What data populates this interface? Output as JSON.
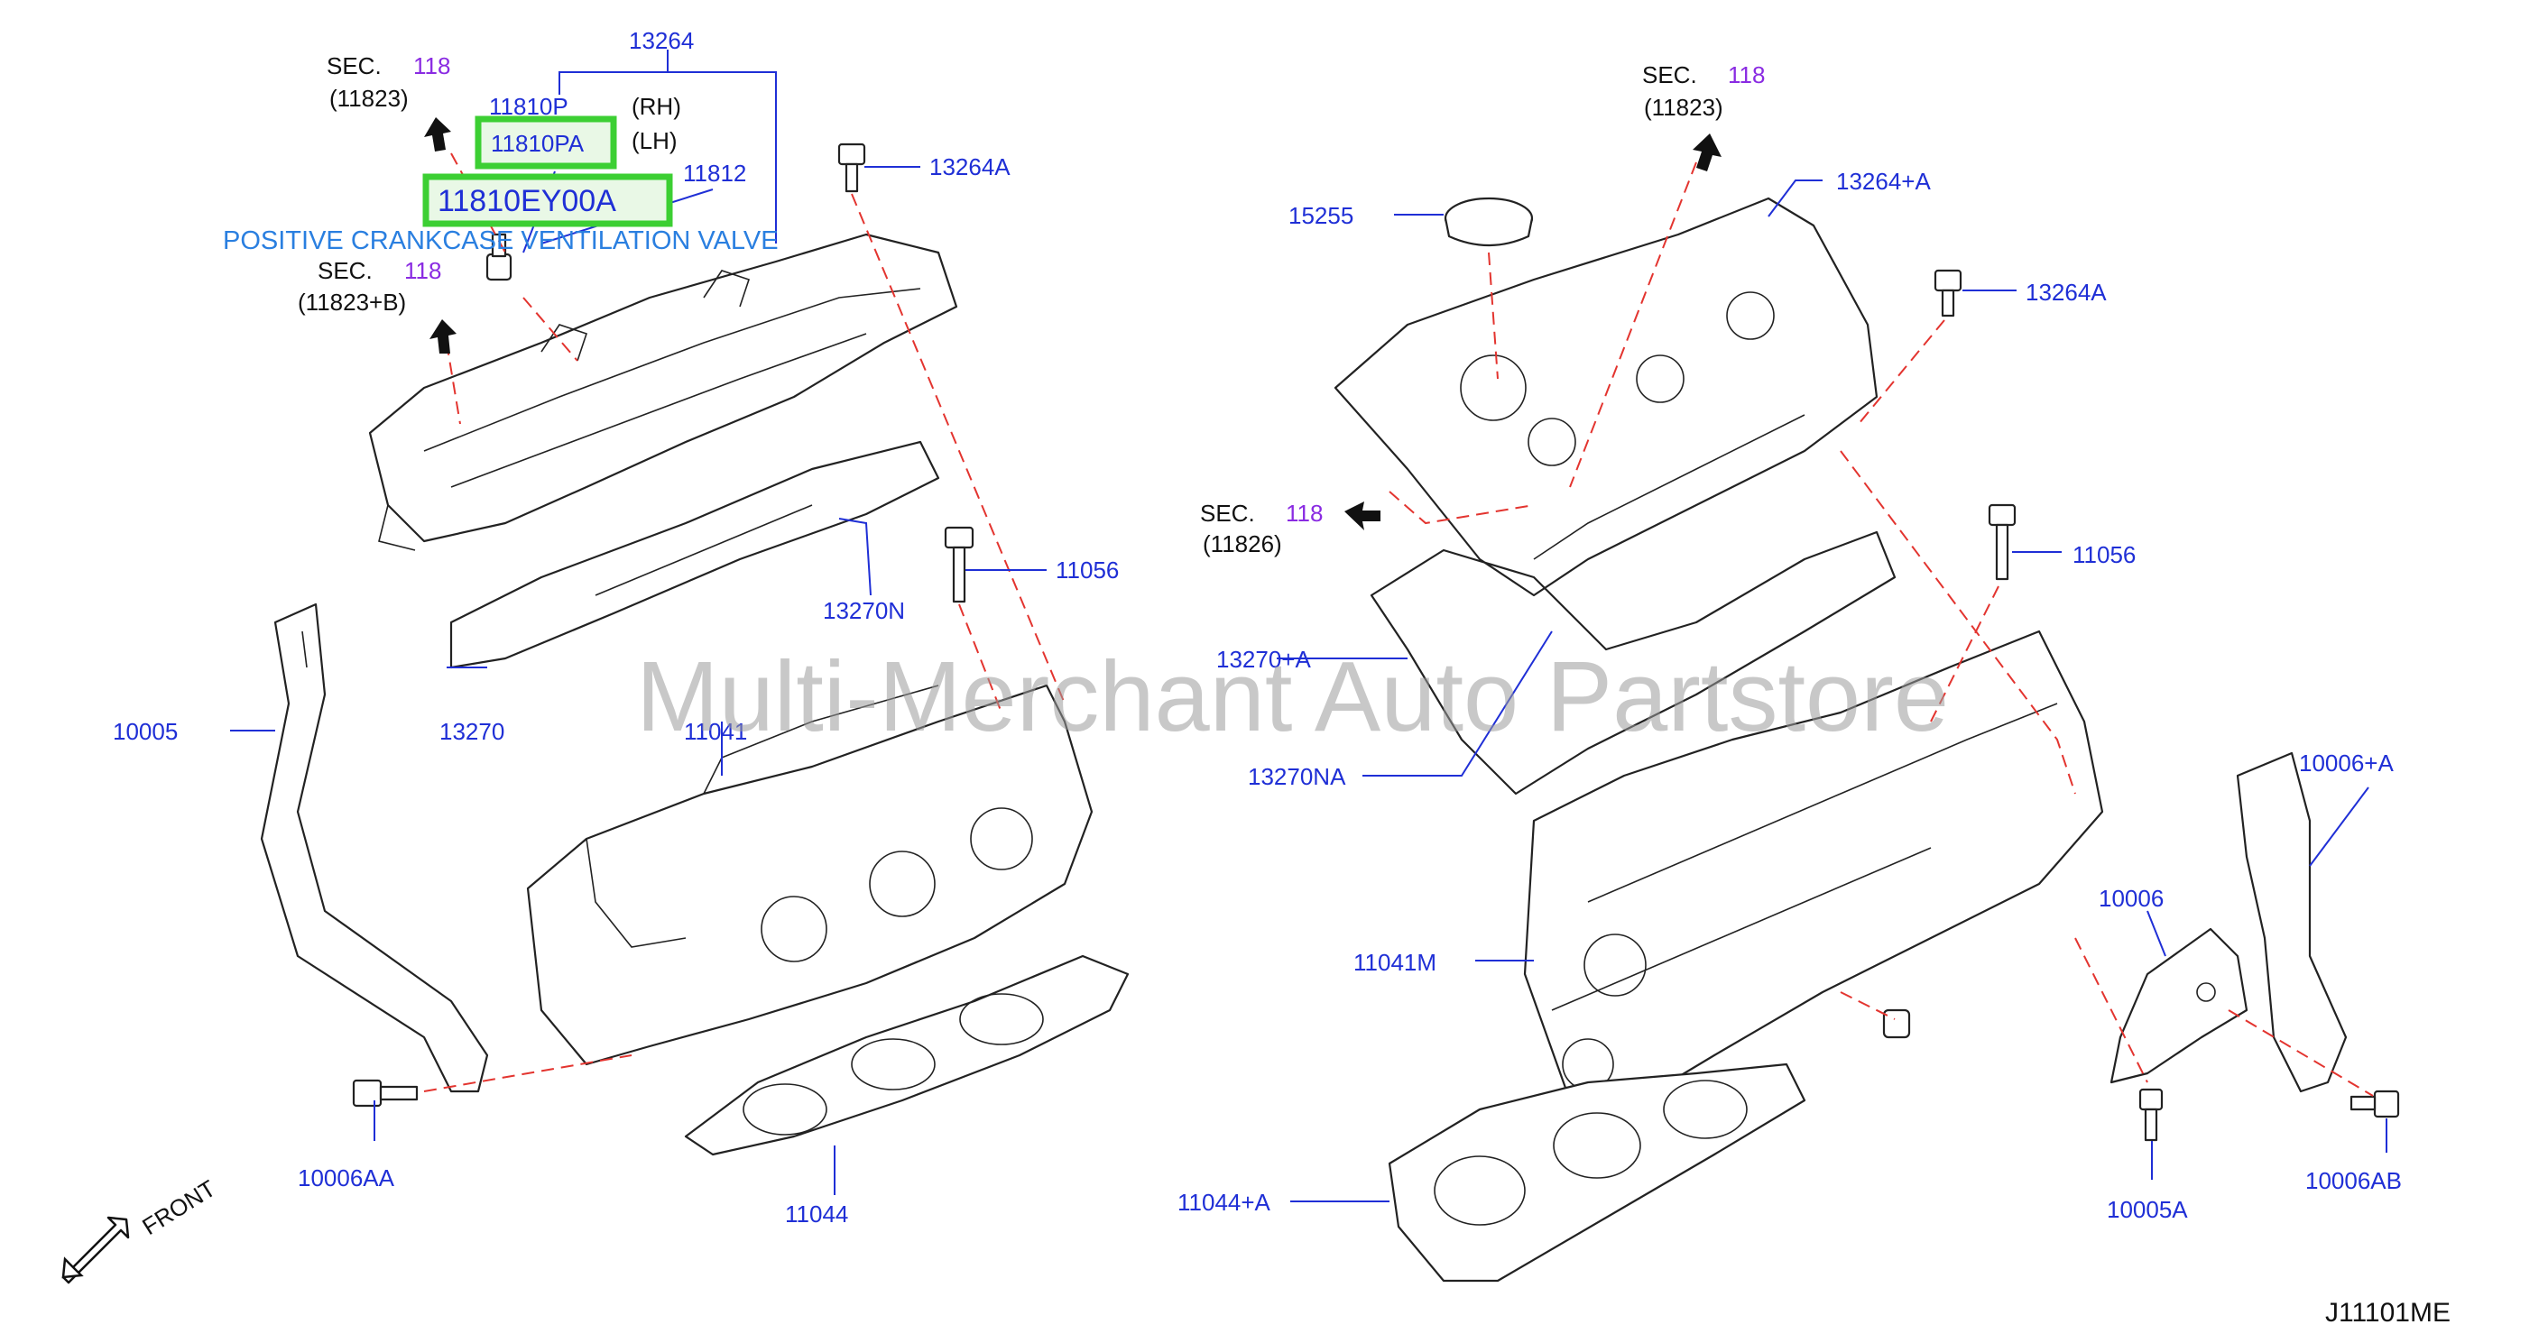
{
  "watermark": "Multi-Merchant Auto Partstore",
  "diagram_code": "J11101ME",
  "front_label": "FRONT",
  "highlight_caption": "POSITIVE CRANKCASE VENTILATION VALVE",
  "highlight_parts": {
    "lh": "11810PA",
    "valve": "11810EY00A"
  },
  "section_refs": [
    {
      "sec": "SEC.",
      "num": "118",
      "sub": "(11823)"
    },
    {
      "sec": "SEC.",
      "num": "118",
      "sub": "(11823+B)"
    },
    {
      "sec": "SEC.",
      "num": "118",
      "sub": "(11823)"
    },
    {
      "sec": "SEC.",
      "num": "118",
      "sub": "(11826)"
    }
  ],
  "left_labels": {
    "p13264": "13264",
    "p11810p": "11810P",
    "rh": "(RH)",
    "lh": "(LH)",
    "p11812": "11812",
    "p13264a": "13264A",
    "p11056": "11056",
    "p13270n": "13270N",
    "p13270": "13270",
    "p10005": "10005",
    "p11041": "11041",
    "p10006aa": "10006AA",
    "p11044": "11044"
  },
  "right_labels": {
    "p15255": "15255",
    "p13264plusa": "13264+A",
    "p13264a": "13264A",
    "p11056": "11056",
    "p13270plusa": "13270+A",
    "p13270na": "13270NA",
    "p11041m": "11041M",
    "p10006plusa": "10006+A",
    "p10006": "10006",
    "p11044plusa": "11044+A",
    "p10005a": "10005A",
    "p10006ab": "10006AB"
  }
}
